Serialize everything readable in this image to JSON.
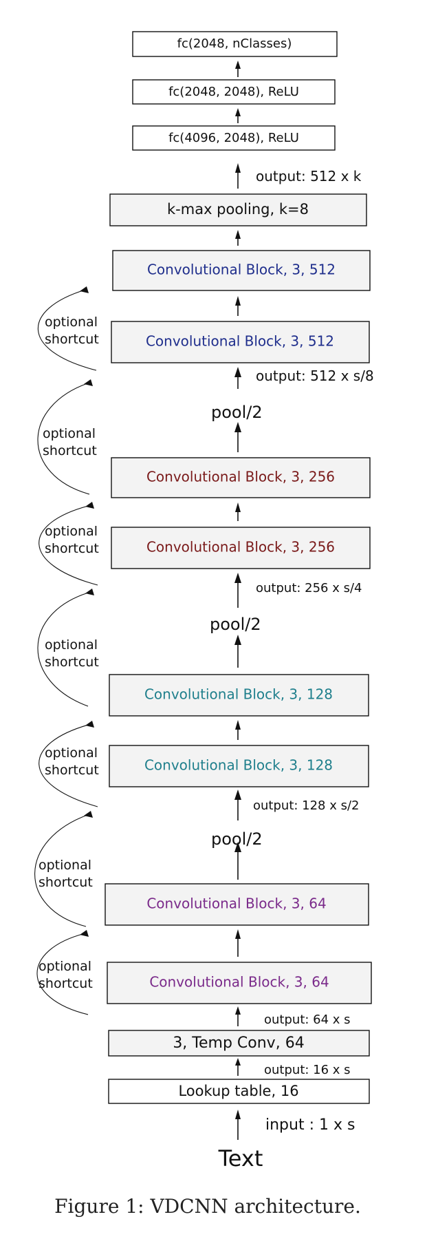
{
  "colors": {
    "box_fill": "#f3f3f3",
    "box_fill_white": "#ffffff",
    "stroke": "#111111",
    "navy": "#1f2e8c",
    "maroon": "#7a1a1a",
    "teal": "#1f7f8c",
    "purple": "#7a2a8a",
    "black": "#111111"
  },
  "boxes": [
    {
      "id": "fc-out",
      "label": "fc(2048, nClasses)",
      "color": "black",
      "fill": "white"
    },
    {
      "id": "fc-2",
      "label": "fc(2048, 2048), ReLU",
      "color": "black",
      "fill": "white"
    },
    {
      "id": "fc-1",
      "label": "fc(4096, 2048), ReLU",
      "color": "black",
      "fill": "white"
    },
    {
      "id": "kmax",
      "label": "k-max pooling, k=8",
      "color": "black",
      "fill": "gray"
    },
    {
      "id": "conv512-b",
      "label": "Convolutional Block, 3, 512",
      "color": "navy",
      "fill": "gray"
    },
    {
      "id": "conv512-a",
      "label": "Convolutional Block, 3, 512",
      "color": "navy",
      "fill": "gray"
    },
    {
      "id": "conv256-b",
      "label": "Convolutional Block, 3, 256",
      "color": "maroon",
      "fill": "gray"
    },
    {
      "id": "conv256-a",
      "label": "Convolutional Block, 3, 256",
      "color": "maroon",
      "fill": "gray"
    },
    {
      "id": "conv128-b",
      "label": "Convolutional Block, 3, 128",
      "color": "teal",
      "fill": "gray"
    },
    {
      "id": "conv128-a",
      "label": "Convolutional Block, 3, 128",
      "color": "teal",
      "fill": "gray"
    },
    {
      "id": "conv64-b",
      "label": "Convolutional Block, 3, 64",
      "color": "purple",
      "fill": "gray"
    },
    {
      "id": "conv64-a",
      "label": "Convolutional Block, 3, 64",
      "color": "purple",
      "fill": "gray"
    },
    {
      "id": "temp-conv",
      "label": "3, Temp Conv, 64",
      "color": "black",
      "fill": "gray"
    },
    {
      "id": "lookup",
      "label": "Lookup table, 16",
      "color": "black",
      "fill": "white"
    }
  ],
  "output_labels": {
    "kmax_out": "output: 512 x k",
    "conv512_out": "output: 512 x s/8",
    "conv256_out": "output: 256 x s/4",
    "conv128_out": "output: 128 x s/2",
    "temp_out": "output: 64 x s",
    "lookup_out": "output: 16 x s",
    "input": "input :  1 x s"
  },
  "pool_labels": [
    "pool/2",
    "pool/2",
    "pool/2"
  ],
  "shortcut_label": {
    "line1": "optional",
    "line2": "shortcut"
  },
  "input_text": "Text",
  "caption": "Figure 1: VDCNN architecture."
}
